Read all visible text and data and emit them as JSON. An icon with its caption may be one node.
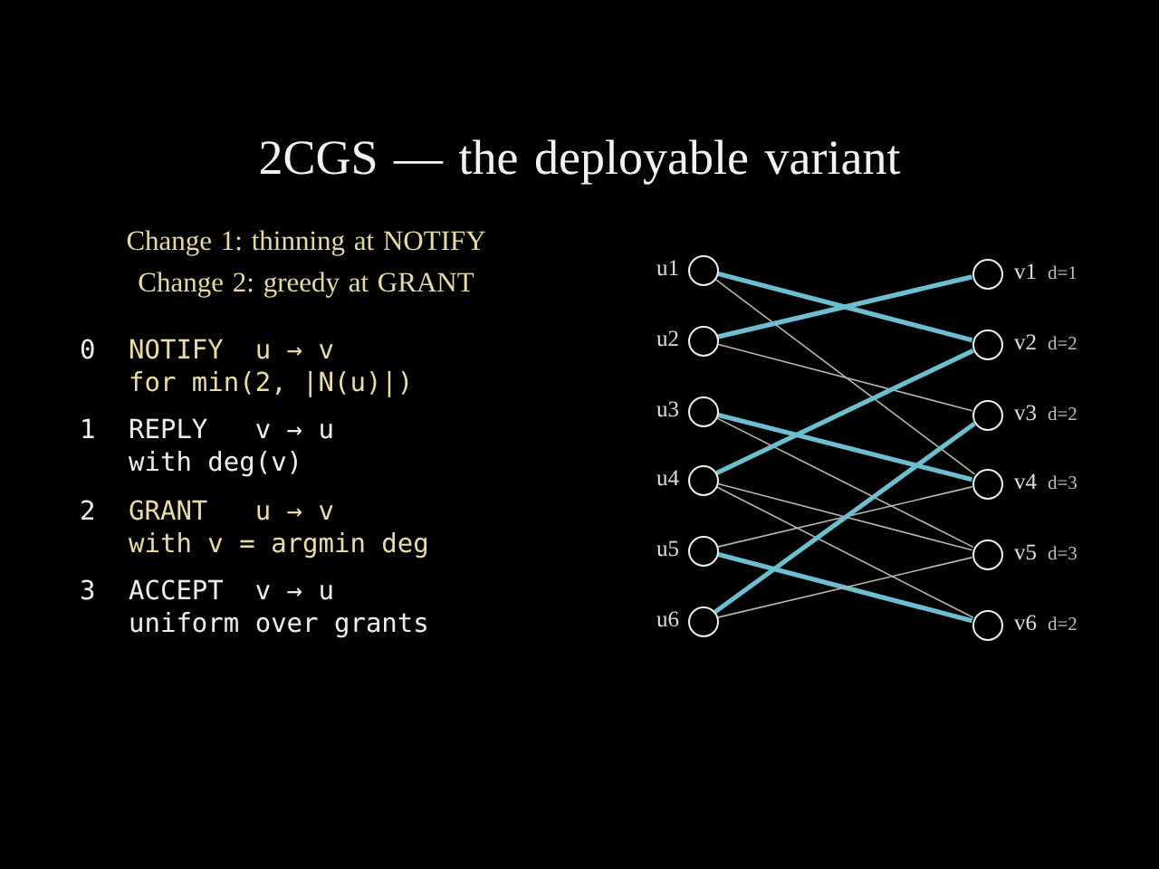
{
  "diagram": {
    "title": "2CGS — the deployable variant",
    "nodes": [
      {
        "text": [],
        "shape": "circle",
        "beside": [
          "u1"
        ]
      },
      {
        "text": [],
        "shape": "circle",
        "beside": [
          "u2"
        ]
      },
      {
        "text": [],
        "shape": "circle",
        "beside": [
          "u3"
        ]
      },
      {
        "text": [],
        "shape": "circle",
        "beside": [
          "u4"
        ]
      },
      {
        "text": [],
        "shape": "circle",
        "beside": [
          "u5"
        ]
      },
      {
        "text": [],
        "shape": "circle",
        "beside": [
          "u6"
        ]
      },
      {
        "text": [],
        "shape": "circle",
        "beside": [
          "v1",
          "d=1"
        ]
      },
      {
        "text": [],
        "shape": "circle",
        "beside": [
          "v2",
          "d=2"
        ]
      },
      {
        "text": [],
        "shape": "circle",
        "beside": [
          "v3",
          "d=2"
        ]
      },
      {
        "text": [],
        "shape": "circle",
        "beside": [
          "v4",
          "d=3"
        ]
      },
      {
        "text": [],
        "shape": "circle",
        "beside": [
          "v5",
          "d=3"
        ]
      },
      {
        "text": [],
        "shape": "circle",
        "beside": [
          "v6",
          "d=2"
        ]
      }
    ],
    "edges": [
      {
        "from": 0,
        "to": 7,
        "arrow": "none",
        "style": "thick",
        "color": "#6cbfd0"
      },
      {
        "from": 0,
        "to": 9,
        "arrow": "none"
      },
      {
        "from": 1,
        "to": 6,
        "arrow": "none",
        "style": "thick",
        "color": "#6cbfd0"
      },
      {
        "from": 1,
        "to": 8,
        "arrow": "none"
      },
      {
        "from": 2,
        "to": 9,
        "arrow": "none",
        "style": "thick",
        "color": "#6cbfd0"
      },
      {
        "from": 2,
        "to": 10,
        "arrow": "none"
      },
      {
        "from": 3,
        "to": 7,
        "arrow": "none",
        "style": "thick",
        "color": "#6cbfd0"
      },
      {
        "from": 3,
        "to": 10,
        "arrow": "none"
      },
      {
        "from": 3,
        "to": 11,
        "arrow": "none"
      },
      {
        "from": 4,
        "to": 9,
        "arrow": "none"
      },
      {
        "from": 4,
        "to": 11,
        "arrow": "none",
        "style": "thick",
        "color": "#6cbfd0"
      },
      {
        "from": 5,
        "to": 8,
        "arrow": "none",
        "style": "thick",
        "color": "#6cbfd0"
      },
      {
        "from": 5,
        "to": 10,
        "arrow": "none"
      }
    ],
    "labels": [
      "Change 1: thinning at NOTIFY",
      "Change 2: greedy at GRANT",
      "0",
      "NOTIFY",
      "u → v",
      "for min(2, |N(u)|)",
      "1",
      "REPLY",
      "v → u",
      "with deg(v)",
      "2",
      "GRANT",
      "u → v",
      "with v = argmin deg",
      "3",
      "ACCEPT",
      "v → u",
      "uniform over grants"
    ]
  }
}
